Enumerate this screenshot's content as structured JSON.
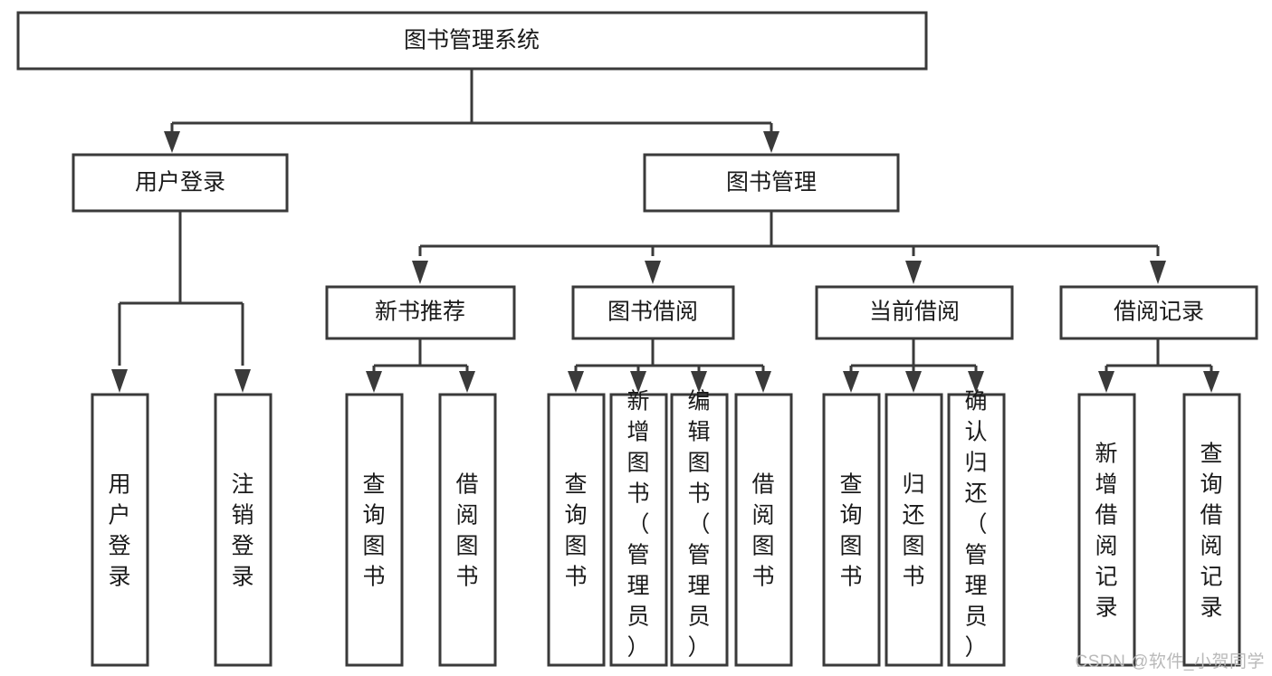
{
  "diagram": {
    "type": "tree-hierarchy",
    "title": "图书管理系统",
    "watermark": "CSDN @软件_小贺同学",
    "colors": {
      "stroke": "#3a3a3a",
      "fill": "#ffffff",
      "text": "#1a1a1a",
      "watermark": "#b9b9b9"
    },
    "root": {
      "label": "图书管理系统"
    },
    "level2": [
      {
        "label": "用户登录"
      },
      {
        "label": "图书管理"
      }
    ],
    "level3": [
      {
        "label": "新书推荐"
      },
      {
        "label": "图书借阅"
      },
      {
        "label": "当前借阅"
      },
      {
        "label": "借阅记录"
      }
    ],
    "leaves": {
      "user_login": [
        {
          "label": "用户登录"
        },
        {
          "label": "注销登录"
        }
      ],
      "new_book_recommend": [
        {
          "label": "查询图书"
        },
        {
          "label": "借阅图书"
        }
      ],
      "book_borrow": [
        {
          "label": "查询图书"
        },
        {
          "label": "新增图书（管理员）"
        },
        {
          "label": "编辑图书（管理员）"
        },
        {
          "label": "借阅图书"
        }
      ],
      "current_borrow": [
        {
          "label": "查询图书"
        },
        {
          "label": "归还图书"
        },
        {
          "label": "确认归还（管理员）"
        }
      ],
      "borrow_record": [
        {
          "label": "新增借阅记录"
        },
        {
          "label": "查询借阅记录"
        }
      ]
    }
  }
}
